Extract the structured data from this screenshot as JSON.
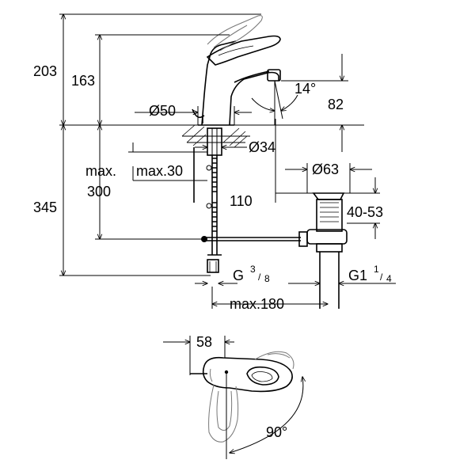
{
  "side_view": {
    "total_height": "203",
    "spout_height": "163",
    "spout_angle": "14°",
    "spout_projection": "82",
    "base_diameter": "Ø50",
    "hole_diameter": "Ø34",
    "max_deck": "max.30",
    "max_label": "max.",
    "tail_length": "300",
    "under_height": "345",
    "offset": "110",
    "waste_diameter": "Ø63",
    "waste_range": "40-53",
    "supply_thread_main": "G",
    "supply_thread_num": "3",
    "supply_thread_den": "8",
    "waste_thread_main": "G1",
    "waste_thread_num": "1",
    "waste_thread_den": "4",
    "max_reach": "max.180"
  },
  "top_view": {
    "width": "58",
    "swivel_angle": "90°"
  }
}
